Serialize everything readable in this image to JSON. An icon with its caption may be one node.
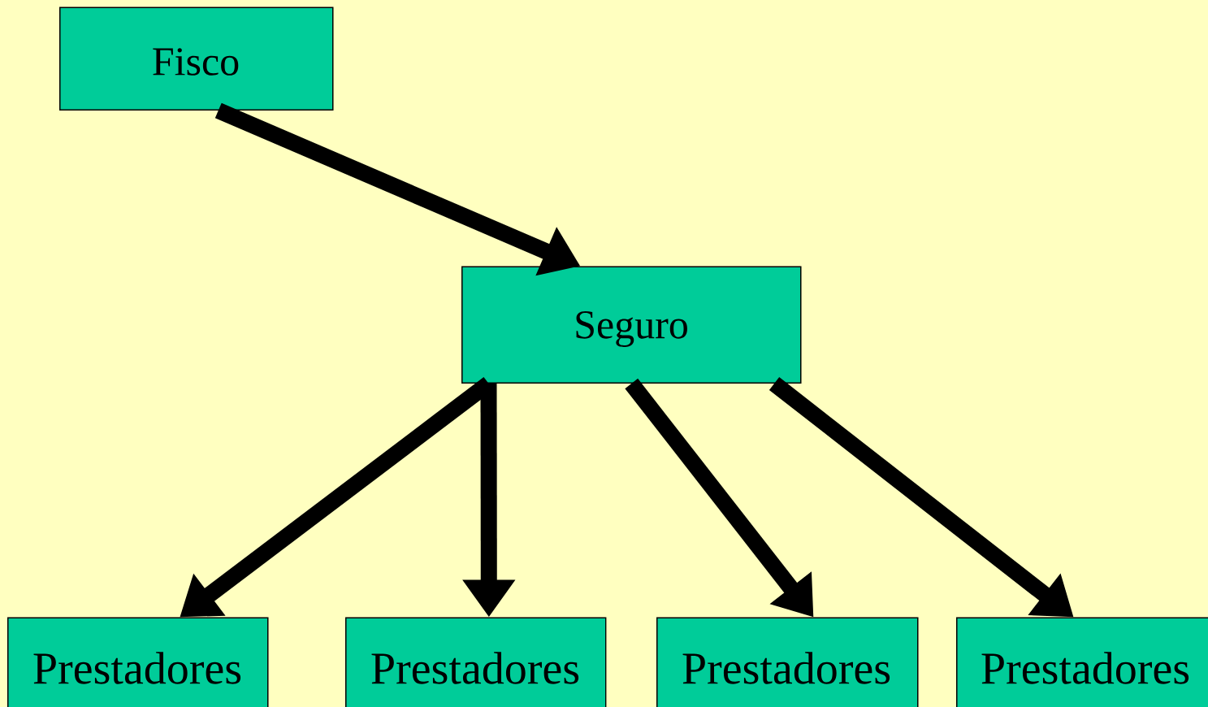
{
  "diagram": {
    "nodes": [
      {
        "text": [
          "Fisco"
        ]
      },
      {
        "text": [
          "Seguro"
        ]
      },
      {
        "text": [
          "Prestadores"
        ]
      },
      {
        "text": [
          "Prestadores"
        ]
      },
      {
        "text": [
          "Prestadores"
        ]
      },
      {
        "text": [
          "Prestadores"
        ]
      }
    ],
    "edges": [
      {
        "from": 0,
        "to": 1,
        "arrow": "to"
      },
      {
        "from": 1,
        "to": 2,
        "arrow": "to"
      },
      {
        "from": 1,
        "to": 3,
        "arrow": "to"
      },
      {
        "from": 1,
        "to": 4,
        "arrow": "to"
      },
      {
        "from": 1,
        "to": 5,
        "arrow": "to"
      }
    ]
  }
}
